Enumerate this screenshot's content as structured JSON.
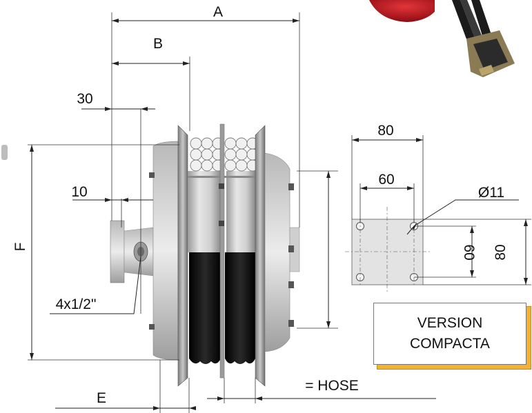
{
  "dimensions": {
    "a": "A",
    "b": "B",
    "e": "E",
    "f": "F",
    "width_30": "30",
    "width_10": "10",
    "plate_80_top": "80",
    "plate_60_top": "60",
    "plate_60_side": "60",
    "plate_80_side": "80",
    "hole": "Ø11",
    "inlet": "4x1/2\"",
    "hose": "= HOSE"
  },
  "version_box": {
    "line1": "VERSION",
    "line2": "COMPACTA"
  },
  "colors": {
    "accent_shadow": "#f2b233",
    "reel_body": "#d9d9d9",
    "hose": "#151515",
    "product_red": "#c0141c"
  }
}
